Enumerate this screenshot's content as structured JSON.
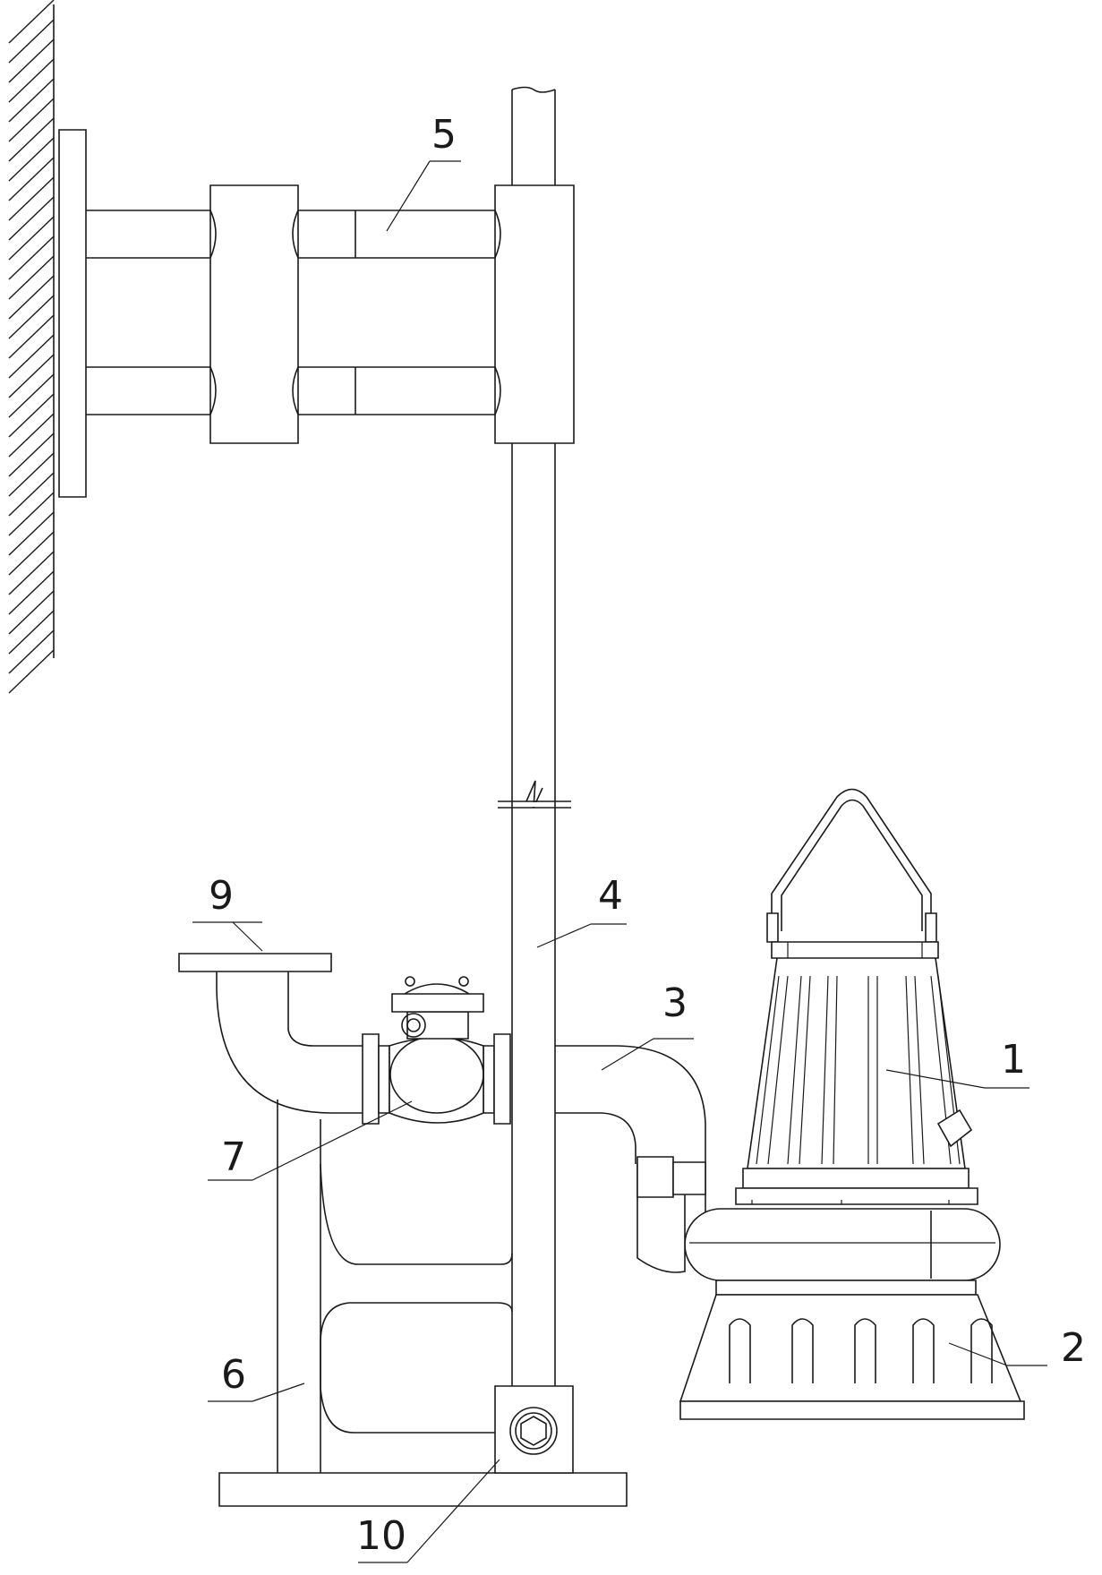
{
  "callouts": [
    {
      "id": "1",
      "text": "1"
    },
    {
      "id": "2",
      "text": "2"
    },
    {
      "id": "3",
      "text": "3"
    },
    {
      "id": "4",
      "text": "4"
    },
    {
      "id": "5",
      "text": "5"
    },
    {
      "id": "6",
      "text": "6"
    },
    {
      "id": "7",
      "text": "7"
    },
    {
      "id": "9",
      "text": "9"
    },
    {
      "id": "10",
      "text": "10"
    }
  ]
}
